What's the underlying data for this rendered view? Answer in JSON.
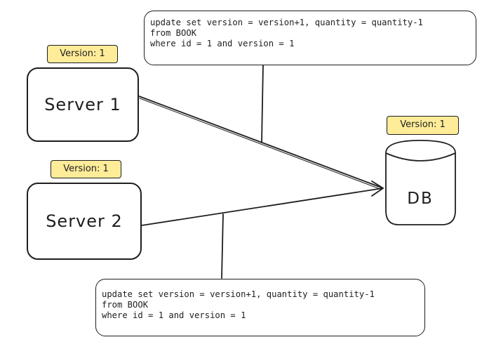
{
  "servers": [
    {
      "label": "Server 1",
      "version_badge": "Version: 1"
    },
    {
      "label": "Server 2",
      "version_badge": "Version: 1"
    }
  ],
  "database": {
    "label": "DB",
    "version_badge": "Version: 1"
  },
  "notes": [
    {
      "lines": [
        "update set version = version+1, quantity = quantity-1",
        "from BOOK",
        "where id = 1 and version = 1"
      ]
    },
    {
      "lines": [
        "update set version = version+1, quantity = quantity-1",
        "from BOOK",
        "where id = 1 and version = 1"
      ]
    }
  ],
  "colors": {
    "stroke": "#1e1e1e",
    "badge_fill": "#ffec99",
    "background": "#ffffff"
  }
}
